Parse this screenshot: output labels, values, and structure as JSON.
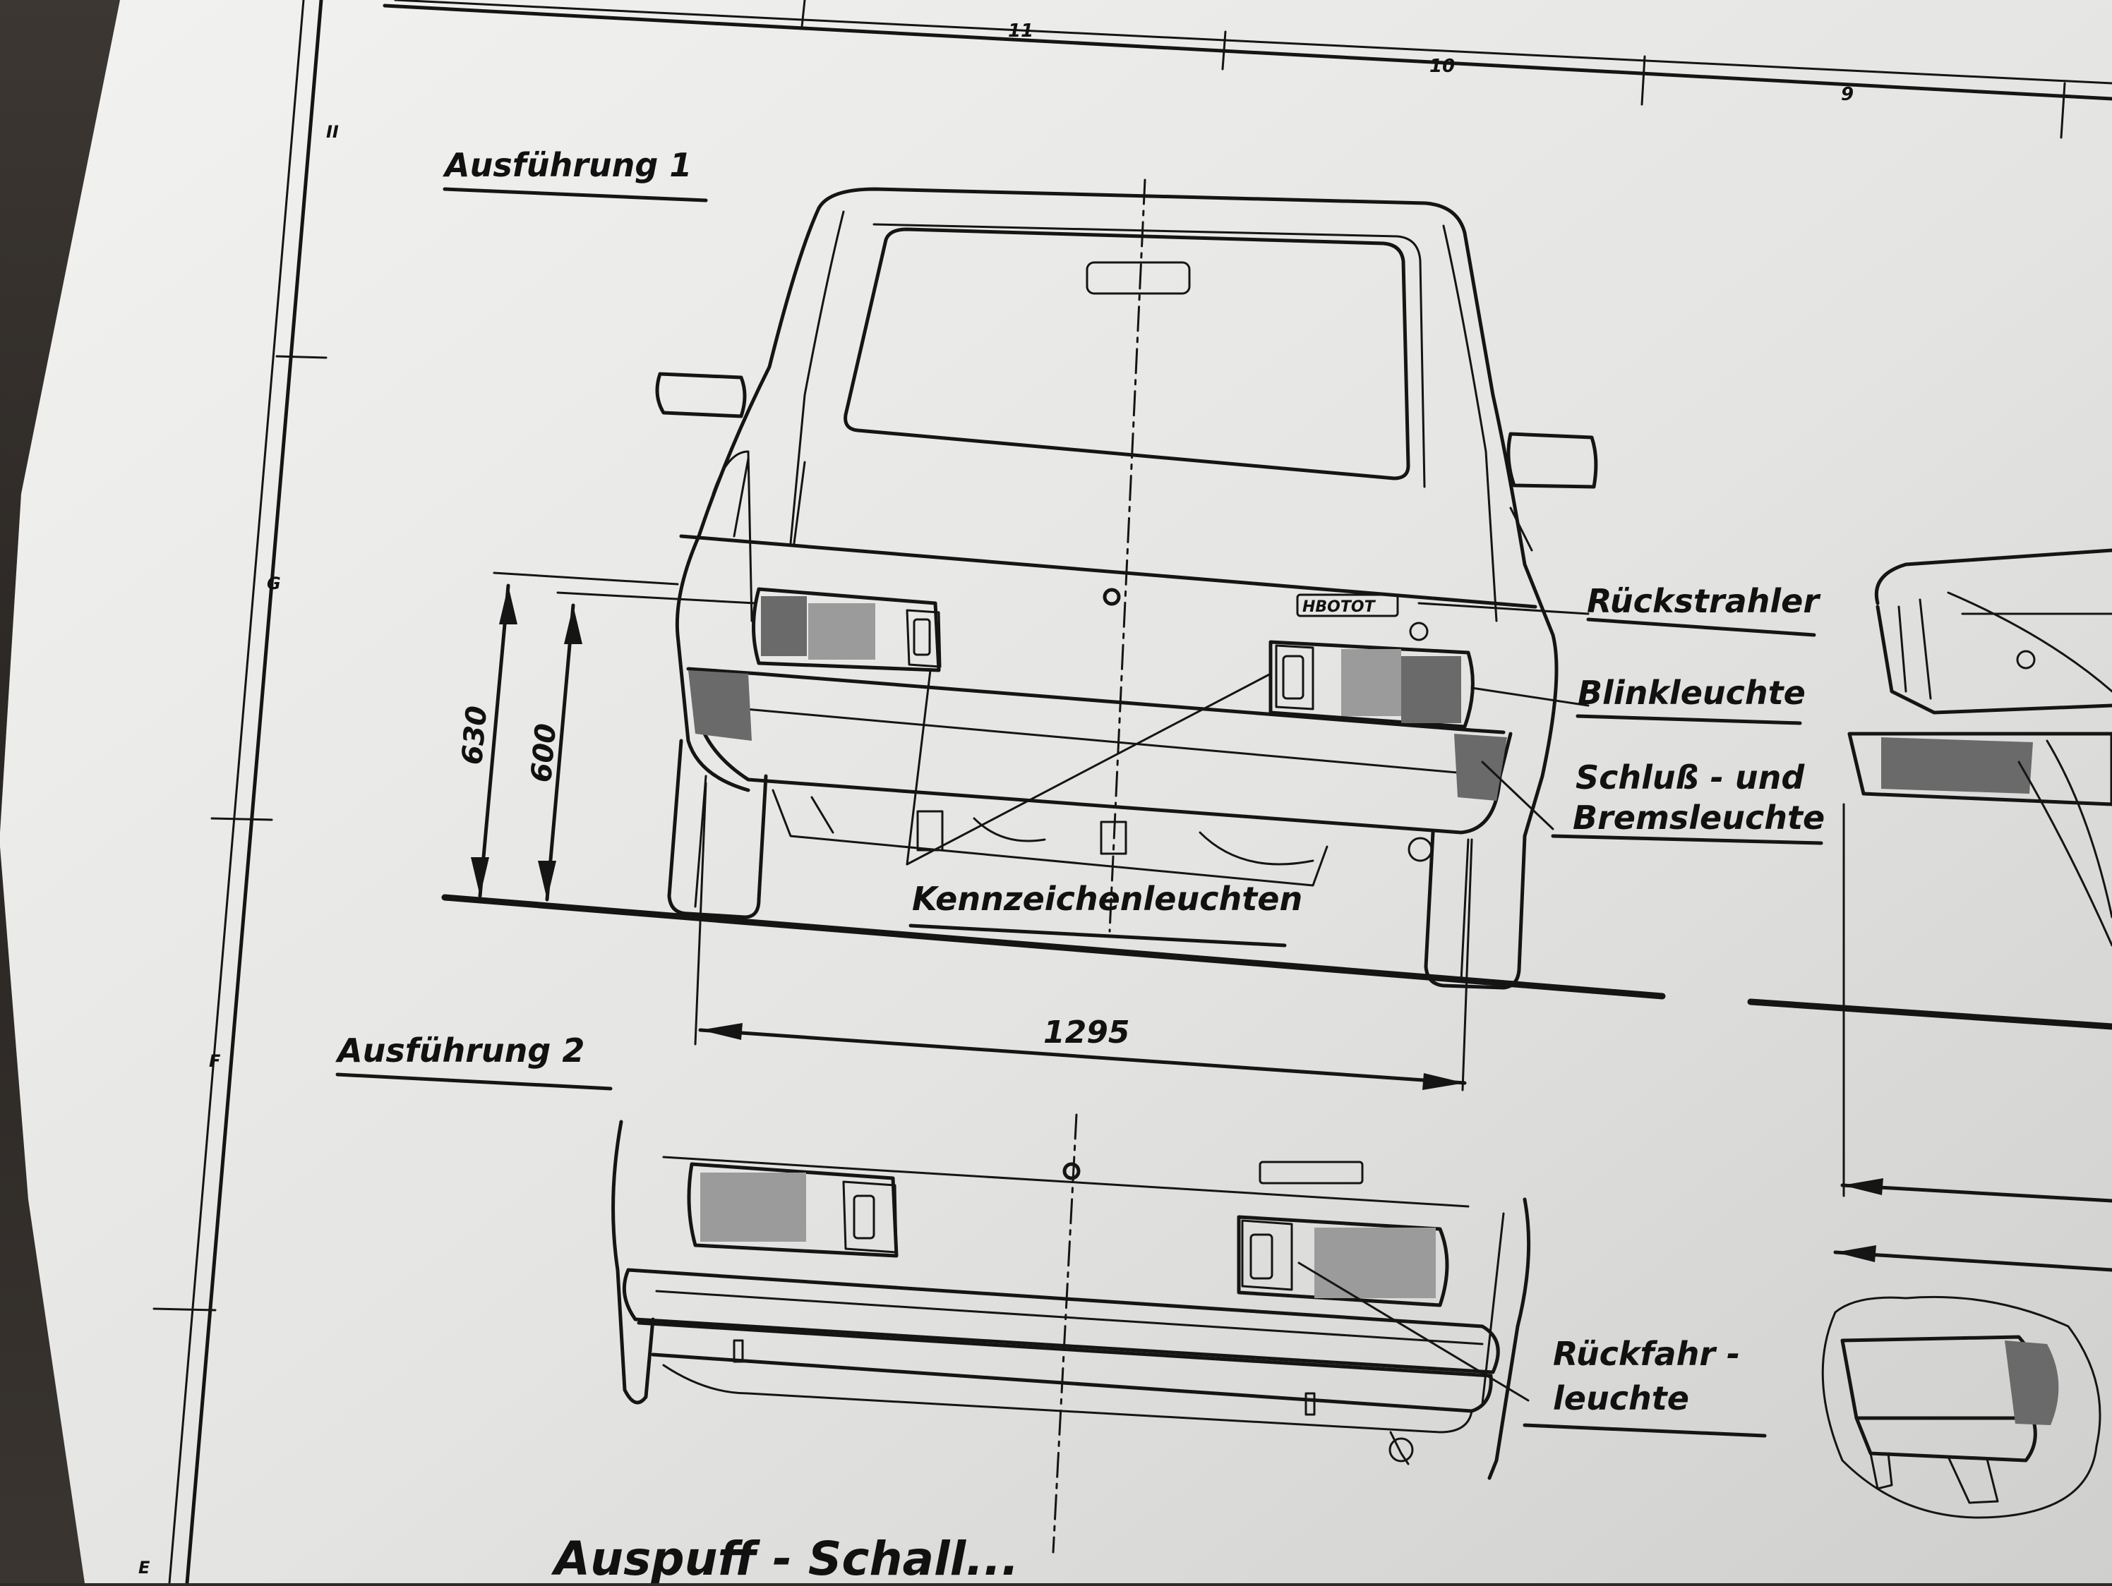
{
  "sheet": {
    "grid_numbers": [
      "11",
      "10",
      "9"
    ],
    "left_margin_marks": [
      "II",
      "G",
      "F",
      "E"
    ]
  },
  "variant_1": {
    "heading": "Ausführung 1",
    "badge_text": "HBOTOT",
    "labels": {
      "reflector": "Rückstrahler",
      "indicator": "Blinkleuchte",
      "tail_brake_line1": "Schluß - und",
      "tail_brake_line2": "Bremsleuchte",
      "plate_light": "Kennzeichenleuchten"
    },
    "dimensions": {
      "height_outer": "630",
      "height_inner": "600",
      "track_width": "1295"
    }
  },
  "variant_2": {
    "heading": "Ausführung 2",
    "labels": {
      "reverse_line1": "Rückfahr -",
      "reverse_line2": "leuchte"
    }
  },
  "footer": {
    "text": "Auspuff  -  Schall..."
  }
}
